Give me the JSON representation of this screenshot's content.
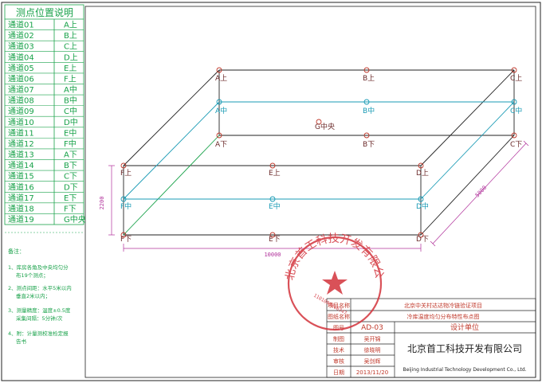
{
  "legend": {
    "title": "测点位置说明",
    "rows": [
      {
        "channel": "通道01",
        "label": "A上"
      },
      {
        "channel": "通道02",
        "label": "B上"
      },
      {
        "channel": "通道03",
        "label": "C上"
      },
      {
        "channel": "通道04",
        "label": "D上"
      },
      {
        "channel": "通道05",
        "label": "E上"
      },
      {
        "channel": "通道06",
        "label": "F上"
      },
      {
        "channel": "通道07",
        "label": "A中"
      },
      {
        "channel": "通道08",
        "label": "B中"
      },
      {
        "channel": "通道09",
        "label": "C中"
      },
      {
        "channel": "通道10",
        "label": "D中"
      },
      {
        "channel": "通道11",
        "label": "E中"
      },
      {
        "channel": "通道12",
        "label": "F中"
      },
      {
        "channel": "通道13",
        "label": "A下"
      },
      {
        "channel": "通道14",
        "label": "B下"
      },
      {
        "channel": "通道15",
        "label": "C下"
      },
      {
        "channel": "通道16",
        "label": "D下"
      },
      {
        "channel": "通道17",
        "label": "E下"
      },
      {
        "channel": "通道18",
        "label": "F下"
      },
      {
        "channel": "通道19",
        "label": "G中央"
      }
    ]
  },
  "notes": {
    "heading": "备注：",
    "items": [
      [
        "1、库房各角及中央均匀分",
        "布19个测点；"
      ],
      [
        "2、测点间距：水平5米以内",
        "垂直2米以内；"
      ],
      [
        "3、测量精度：温度±0.5度",
        "采集间隔：5分钟/次"
      ],
      [
        "4、附：计量测校准检定报",
        "告书"
      ]
    ]
  },
  "points": {
    "top_back": [
      "A上",
      "B上",
      "C上"
    ],
    "mid_back": [
      "A中",
      "B中",
      "C中"
    ],
    "low_back": [
      "A下",
      "B下",
      "C下"
    ],
    "top_front": [
      "F上",
      "E上",
      "D上"
    ],
    "mid_front": [
      "F中",
      "E中",
      "D中"
    ],
    "low_front": [
      "F下",
      "E下",
      "D下"
    ],
    "center": "G中央"
  },
  "dimensions": {
    "height": "2200",
    "length": "10000",
    "depth": "5000"
  },
  "title_block": {
    "project_label": "项目名称",
    "project_name": "北京中关村达达物冷链验证项目",
    "drawing_label": "图纸名称",
    "drawing_name": "冷库温度均匀分布特性布点图",
    "drawing_no_label": "图号",
    "drawing_no": "AD-03",
    "design_unit_label": "设计单位",
    "rows": [
      {
        "label": "制图",
        "value": "吴开锦"
      },
      {
        "label": "技术",
        "value": "徐晓明"
      },
      {
        "label": "审核",
        "value": "吴剑辉"
      },
      {
        "label": "日期",
        "value": "2013/11/20"
      }
    ],
    "company_cn": "北京首工科技开发有限公司",
    "company_en": "Beijing Industrial Technology Development Co., Ltd."
  },
  "seal": {
    "text": "北京首工科技开发有限公司",
    "number": "1101080018347"
  }
}
